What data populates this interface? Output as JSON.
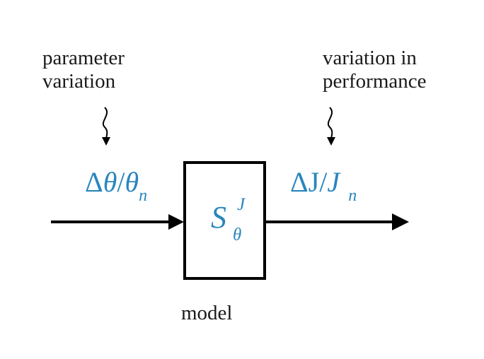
{
  "labels": {
    "input_line1": "parameter",
    "input_line2": "variation",
    "output_line1": "variation in",
    "output_line2": "performance",
    "block": "model"
  },
  "input_signal": {
    "delta": "Δ",
    "theta": "θ",
    "slash": "/",
    "theta_n": "θ",
    "sub": "n"
  },
  "output_signal": {
    "delta_j": "ΔJ",
    "slash": "/",
    "j": "J",
    "sub": "n"
  },
  "block_symbol": {
    "base": "S",
    "superscript": "J",
    "subscript": "θ"
  },
  "colors": {
    "math": "#2a86bd",
    "line": "#000000",
    "text": "#1a1a1a"
  }
}
